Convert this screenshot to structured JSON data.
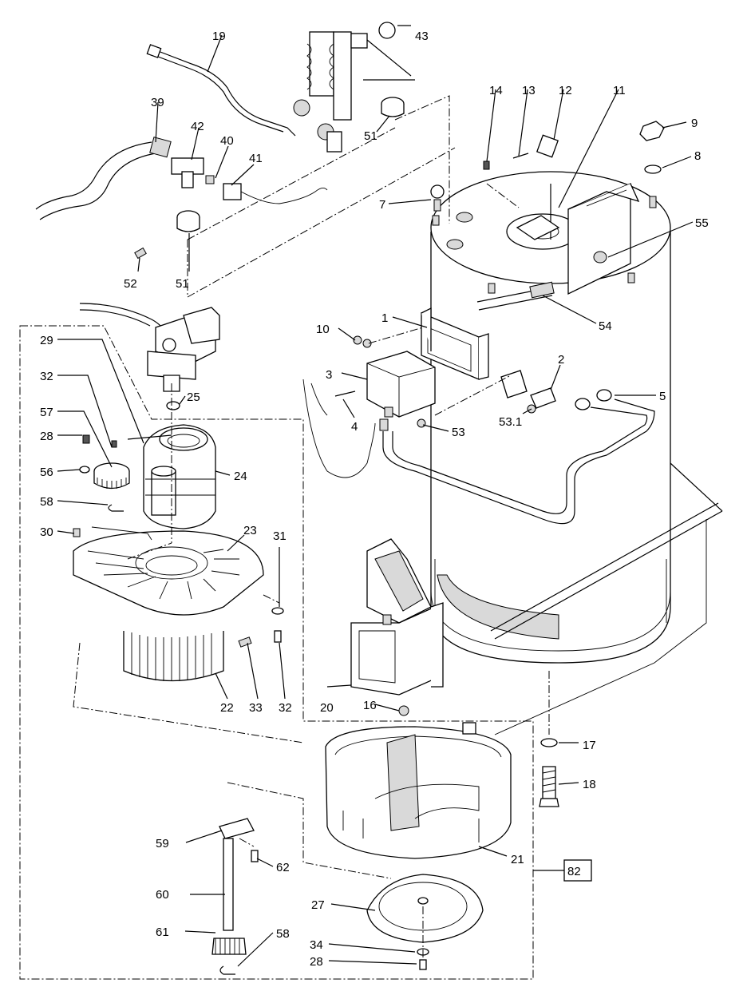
{
  "labels": [
    {
      "id": "19",
      "text": "19"
    },
    {
      "id": "43",
      "text": "43"
    },
    {
      "id": "39",
      "text": "39"
    },
    {
      "id": "42",
      "text": "42"
    },
    {
      "id": "40",
      "text": "40"
    },
    {
      "id": "41",
      "text": "41"
    },
    {
      "id": "51a",
      "text": "51"
    },
    {
      "id": "14",
      "text": "14"
    },
    {
      "id": "13",
      "text": "13"
    },
    {
      "id": "12",
      "text": "12"
    },
    {
      "id": "11",
      "text": "11"
    },
    {
      "id": "9",
      "text": "9"
    },
    {
      "id": "8",
      "text": "8"
    },
    {
      "id": "7",
      "text": "7"
    },
    {
      "id": "55",
      "text": "55"
    },
    {
      "id": "52",
      "text": "52"
    },
    {
      "id": "51b",
      "text": "51"
    },
    {
      "id": "54",
      "text": "54"
    },
    {
      "id": "1",
      "text": "1"
    },
    {
      "id": "10",
      "text": "10"
    },
    {
      "id": "2",
      "text": "2"
    },
    {
      "id": "3",
      "text": "3"
    },
    {
      "id": "5",
      "text": "5"
    },
    {
      "id": "4",
      "text": "4"
    },
    {
      "id": "53",
      "text": "53"
    },
    {
      "id": "53_1",
      "text": "53.1"
    },
    {
      "id": "29",
      "text": "29"
    },
    {
      "id": "25",
      "text": "25"
    },
    {
      "id": "32a",
      "text": "32"
    },
    {
      "id": "57",
      "text": "57"
    },
    {
      "id": "28a",
      "text": "28"
    },
    {
      "id": "24",
      "text": "24"
    },
    {
      "id": "56",
      "text": "56"
    },
    {
      "id": "58a",
      "text": "58"
    },
    {
      "id": "30",
      "text": "30"
    },
    {
      "id": "23",
      "text": "23"
    },
    {
      "id": "31",
      "text": "31"
    },
    {
      "id": "22",
      "text": "22"
    },
    {
      "id": "33",
      "text": "33"
    },
    {
      "id": "32b",
      "text": "32"
    },
    {
      "id": "20",
      "text": "20"
    },
    {
      "id": "16",
      "text": "16"
    },
    {
      "id": "17",
      "text": "17"
    },
    {
      "id": "18",
      "text": "18"
    },
    {
      "id": "59",
      "text": "59"
    },
    {
      "id": "62",
      "text": "62"
    },
    {
      "id": "21",
      "text": "21"
    },
    {
      "id": "82",
      "text": "82"
    },
    {
      "id": "60",
      "text": "60"
    },
    {
      "id": "27",
      "text": "27"
    },
    {
      "id": "61",
      "text": "61"
    },
    {
      "id": "58b",
      "text": "58"
    },
    {
      "id": "34",
      "text": "34"
    },
    {
      "id": "28b",
      "text": "28"
    }
  ]
}
